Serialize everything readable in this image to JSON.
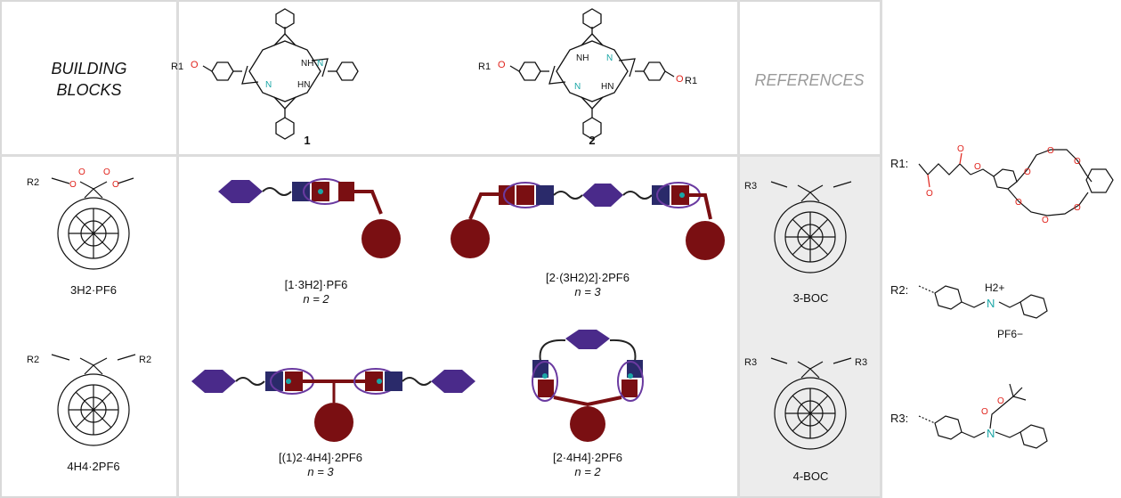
{
  "header": {
    "building_blocks": "BUILDING BLOCKS",
    "references": "REFERENCES"
  },
  "porphyrins": {
    "p1_label": "1",
    "p2_label": "2",
    "r1_sub": "R1",
    "atoms": {
      "nh": "NH",
      "hn": "HN",
      "n": "N",
      "o": "O"
    }
  },
  "building_blocks": {
    "c60_3": "3H2·PF6",
    "c60_4": "4H4·2PF6",
    "r2": "R2"
  },
  "assemblies": [
    {
      "formula": "[1·3H2]·PF6",
      "n": "n = 2"
    },
    {
      "formula": "[2·(3H2)2]·2PF6",
      "n": "n = 3"
    },
    {
      "formula": "[(1)2·4H4]·2PF6",
      "n": "n = 3"
    },
    {
      "formula": "[2·4H4]·2PF6",
      "n": "n = 2"
    }
  ],
  "references": {
    "ref3": "3-BOC",
    "ref4": "4-BOC",
    "r3": "R3"
  },
  "substituents": {
    "r1": "R1:",
    "r2": "R2:",
    "r3": "R3:",
    "r2_charge": "H2+",
    "r2_counter": "PF6−",
    "n_atom": "N"
  },
  "colors": {
    "oxygen": "#e0231c",
    "nitrogen": "#1aa6a6",
    "porphyrin": "#4a2a8a",
    "fullerene": "#7a0f12",
    "rotaxane_ring": "#6a3aa0"
  }
}
